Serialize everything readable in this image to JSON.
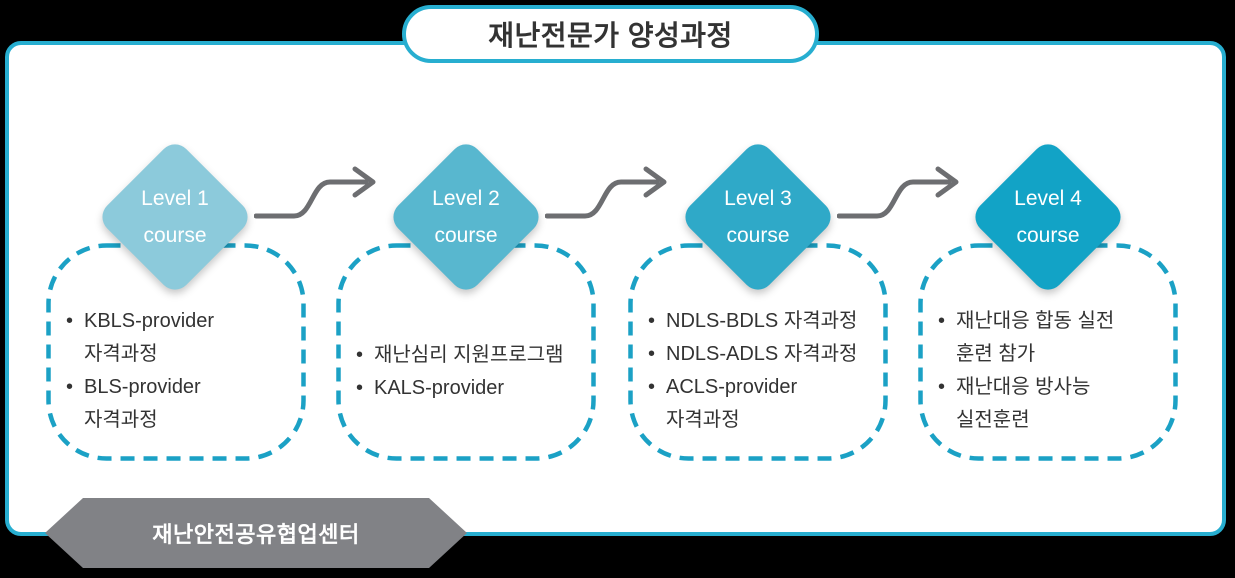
{
  "title": "재난전문가 양성과정",
  "footer": {
    "label": "재난안전공유협업센터"
  },
  "colors": {
    "panel_border": "#27aed0",
    "dash_border": "#1ba1c5",
    "arrow": "#6d6e71",
    "badge": "#818286",
    "level1": "#8ccadb",
    "level2": "#58b7cf",
    "level3": "#2fa9c8",
    "level4": "#12a3c6",
    "text": "#333333"
  },
  "levels": [
    {
      "name": "Level 1",
      "sub": "course",
      "items": [
        {
          "lines": [
            "KBLS-provider",
            "자격과정"
          ]
        },
        {
          "lines": [
            "BLS-provider",
            "자격과정"
          ]
        }
      ]
    },
    {
      "name": "Level 2",
      "sub": "course",
      "items": [
        {
          "lines": [
            "재난심리 지원프로그램"
          ]
        },
        {
          "lines": [
            "KALS-provider"
          ]
        }
      ]
    },
    {
      "name": "Level 3",
      "sub": "course",
      "items": [
        {
          "lines": [
            "NDLS-BDLS 자격과정"
          ]
        },
        {
          "lines": [
            "NDLS-ADLS 자격과정"
          ]
        },
        {
          "lines": [
            "ACLS-provider",
            "자격과정"
          ]
        }
      ]
    },
    {
      "name": "Level 4",
      "sub": "course",
      "items": [
        {
          "lines": [
            "재난대응 합동 실전",
            "훈련 참가"
          ]
        },
        {
          "lines": [
            "재난대응 방사능",
            "실전훈련"
          ]
        }
      ]
    }
  ]
}
